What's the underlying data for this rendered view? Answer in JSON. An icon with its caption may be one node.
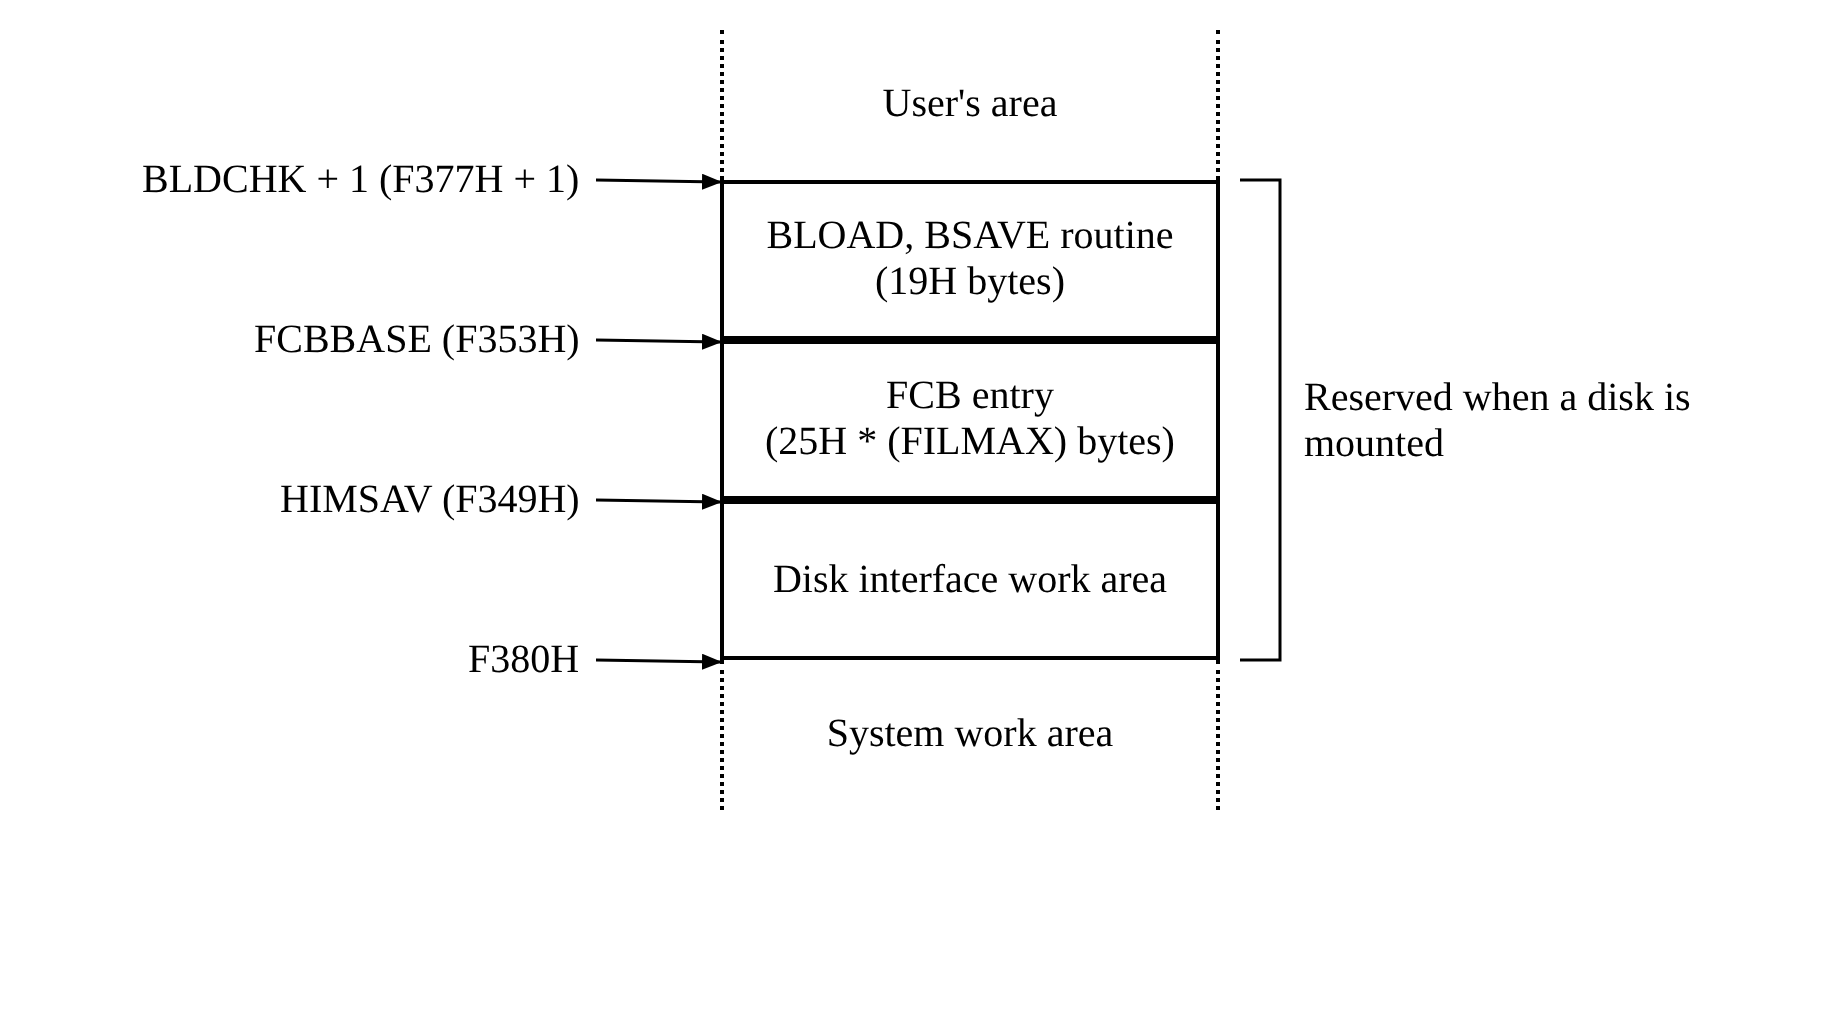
{
  "diagram": {
    "nodes": [
      {
        "text": [
          "User's area"
        ]
      },
      {
        "text": [
          "BLOAD, BSAVE routine",
          "(19H bytes)"
        ]
      },
      {
        "text": [
          "FCB entry",
          "(25H * (FILMAX) bytes)"
        ]
      },
      {
        "text": [
          "Disk interface work area"
        ]
      },
      {
        "text": [
          "System work area"
        ]
      },
      {
        "text": [
          "BLDCHK + 1 (F377H + 1)"
        ]
      },
      {
        "text": [
          "FCBBASE (F353H)"
        ]
      },
      {
        "text": [
          "HIMSAV (F349H)"
        ]
      },
      {
        "text": [
          "F380H"
        ]
      }
    ],
    "edges": [
      {
        "from": 5,
        "to": 1,
        "arrow": "to"
      },
      {
        "from": 6,
        "to": 2,
        "arrow": "to"
      },
      {
        "from": 7,
        "to": 3,
        "arrow": "to"
      },
      {
        "from": 8,
        "to": 4,
        "arrow": "to"
      }
    ],
    "labels": [
      "Reserved when a disk is mounted"
    ]
  }
}
